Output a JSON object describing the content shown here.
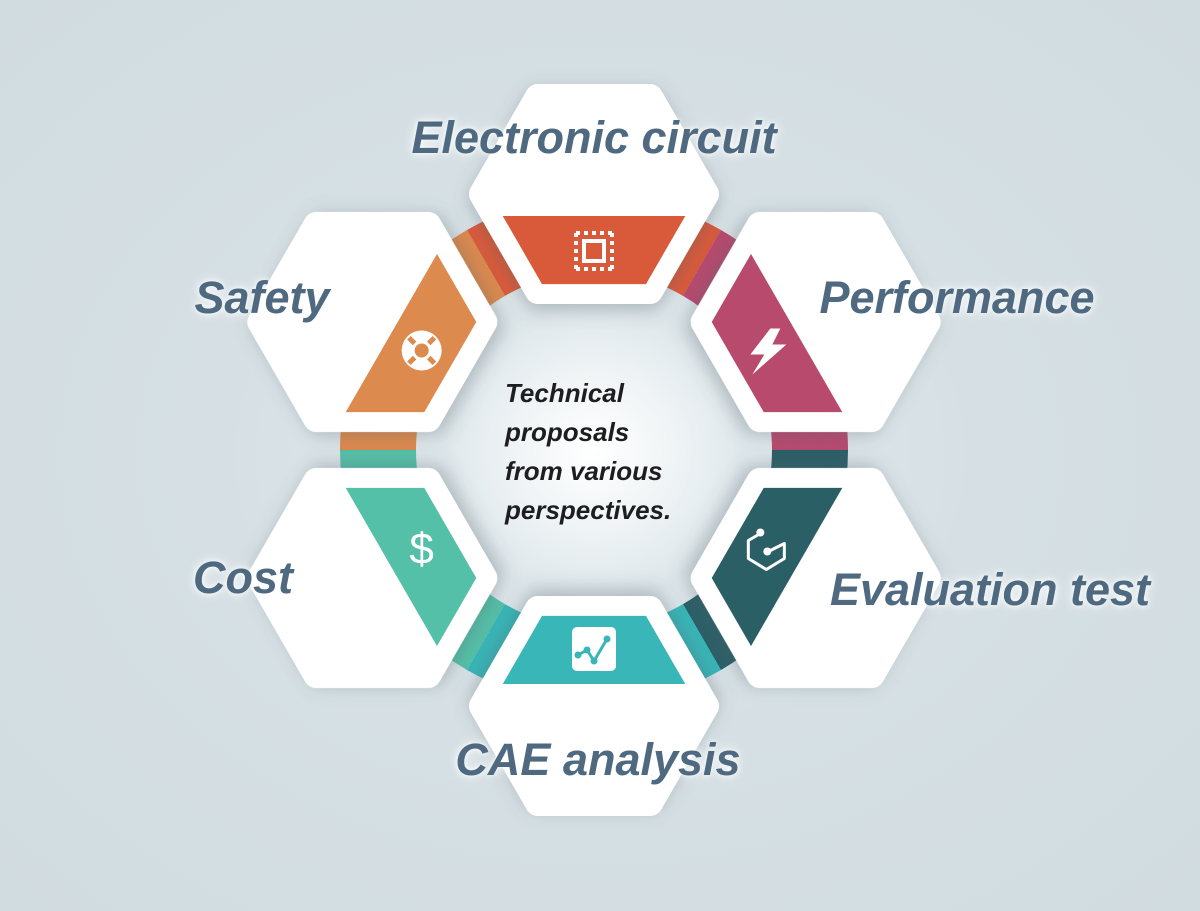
{
  "center": {
    "lines": [
      "Technical",
      "proposals",
      "from various",
      "perspectives."
    ]
  },
  "segments": [
    {
      "label": "Electronic circuit",
      "color": "#d95a3a",
      "icon": "chip-icon"
    },
    {
      "label": "Performance",
      "color": "#b84a6e",
      "icon": "lightning-icon"
    },
    {
      "label": "Evaluation test",
      "color": "#2b5f66",
      "icon": "hexagon-node-icon"
    },
    {
      "label": "CAE analysis",
      "color": "#38b6b8",
      "icon": "line-chart-icon"
    },
    {
      "label": "Cost",
      "color": "#55c0a8",
      "icon": "dollar-icon"
    },
    {
      "label": "Safety",
      "color": "#dd8a4e",
      "icon": "lifebuoy-icon"
    }
  ]
}
